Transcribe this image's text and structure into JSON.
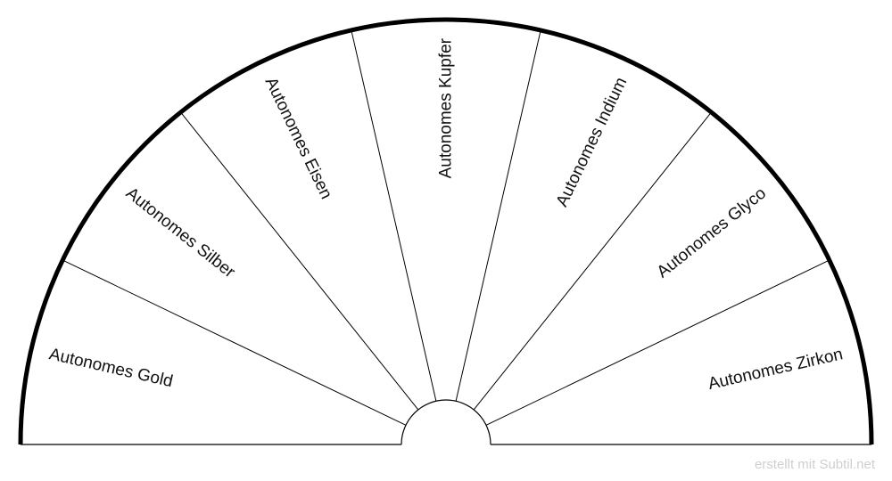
{
  "chart": {
    "segments": [
      "Autonomes Gold",
      "Autonomes Silber",
      "Autonomes Eisen",
      "Autonomes Kupfer",
      "Autonomes Indium",
      "Autonomes Glyco",
      "Autonomes Zirkon"
    ],
    "colors": {
      "outline": "#000000",
      "divider": "#000000",
      "label": "#111111",
      "credit": "#cfcfcf"
    }
  },
  "footer": {
    "credit": "erstellt mit Subtil.net"
  }
}
